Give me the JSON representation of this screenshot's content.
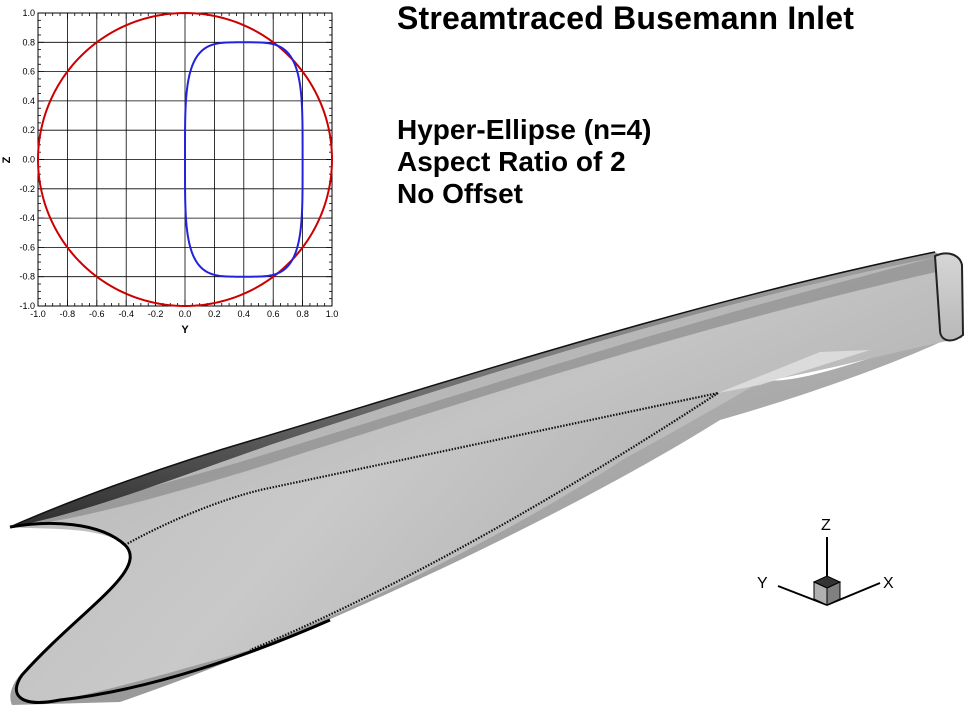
{
  "title": "Streamtraced Busemann Inlet",
  "description": {
    "line1": "Hyper-Ellipse (n=4)",
    "line2": "Aspect Ratio of 2",
    "line3": "No Offset"
  },
  "inset_plot": {
    "xlabel": "Y",
    "ylabel": "Z",
    "xlim": [
      -1.0,
      1.0
    ],
    "ylim": [
      -1.0,
      1.0
    ],
    "x_ticks": [
      "-1.0",
      "-0.8",
      "-0.6",
      "-0.4",
      "-0.2",
      "0.0",
      "0.2",
      "0.4",
      "0.6",
      "0.8",
      "1.0"
    ],
    "y_ticks": [
      "1.0",
      "0.8",
      "0.6",
      "0.4",
      "0.2",
      "0.0",
      "-0.2",
      "-0.4",
      "-0.6",
      "-0.8",
      "-1.0"
    ],
    "grid": true,
    "circle": {
      "center": [
        0,
        0
      ],
      "radius": 1.0,
      "color": "#cc0000"
    },
    "hyper_ellipse": {
      "center": [
        0.4,
        0.0
      ],
      "semi_y": 0.4,
      "semi_z": 0.8,
      "exponent": 4,
      "color": "#2222dd"
    }
  },
  "triad": {
    "z": "Z",
    "y": "Y",
    "x": "X"
  },
  "colors": {
    "circle": "#cc0000",
    "capture_shape": "#2222dd",
    "surface_dark": "#3a3a3a",
    "surface_light": "#d0d0d0"
  }
}
